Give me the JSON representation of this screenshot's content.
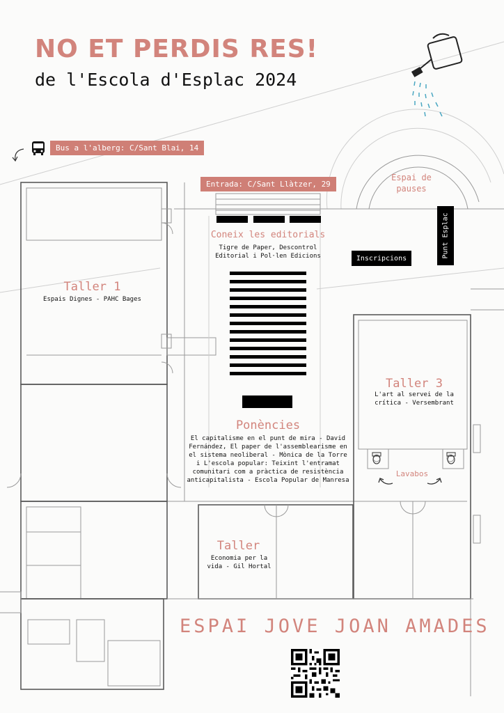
{
  "title": "NO ET PERDIS RES!",
  "subtitle": "de l'Escola d'Esplac 2024",
  "bus": {
    "label": "Bus a l'alberg: C/Sant Blai, 14",
    "icon": "bus-icon"
  },
  "entrance": {
    "label": "Entrada: C/Sant Llàtzer, 29"
  },
  "pause_area": "Espai de pauses",
  "point": "Punt Esplac",
  "registration": "Inscripcions",
  "editorials": {
    "title": "Coneix les editorials",
    "desc": "Tigre de Paper, Descontrol Editorial i Pol·len Edicions"
  },
  "taller1": {
    "title": "Taller 1",
    "desc": "Espais Dignes - PAHC Bages"
  },
  "taller3": {
    "title": "Taller 3",
    "desc": "L'art al servei de la crítica - Versembrant"
  },
  "ponencies": {
    "title": "Ponències",
    "desc": "El capitalisme en el punt de mira - David Fernández, El paper de l'assemblearisme en el sistema neoliberal - Mònica de la Torre i L'escola popular: Teixint l'entramat comunitari com a pràctica de resistència anticapitalista - Escola Popular de Manresa"
  },
  "lavabos": "Lavabos",
  "taller": {
    "title": "Taller",
    "desc": "Economia per la vida - Gil Hortal"
  },
  "venue": "ESPAI JOVE JOAN AMADES",
  "colors": {
    "accent": "#d2847c",
    "tag_bg": "#cf7f76",
    "ink": "#111111"
  },
  "icons": [
    "watering-can-icon",
    "bus-icon",
    "qr-code-icon",
    "toilet-icon"
  ]
}
